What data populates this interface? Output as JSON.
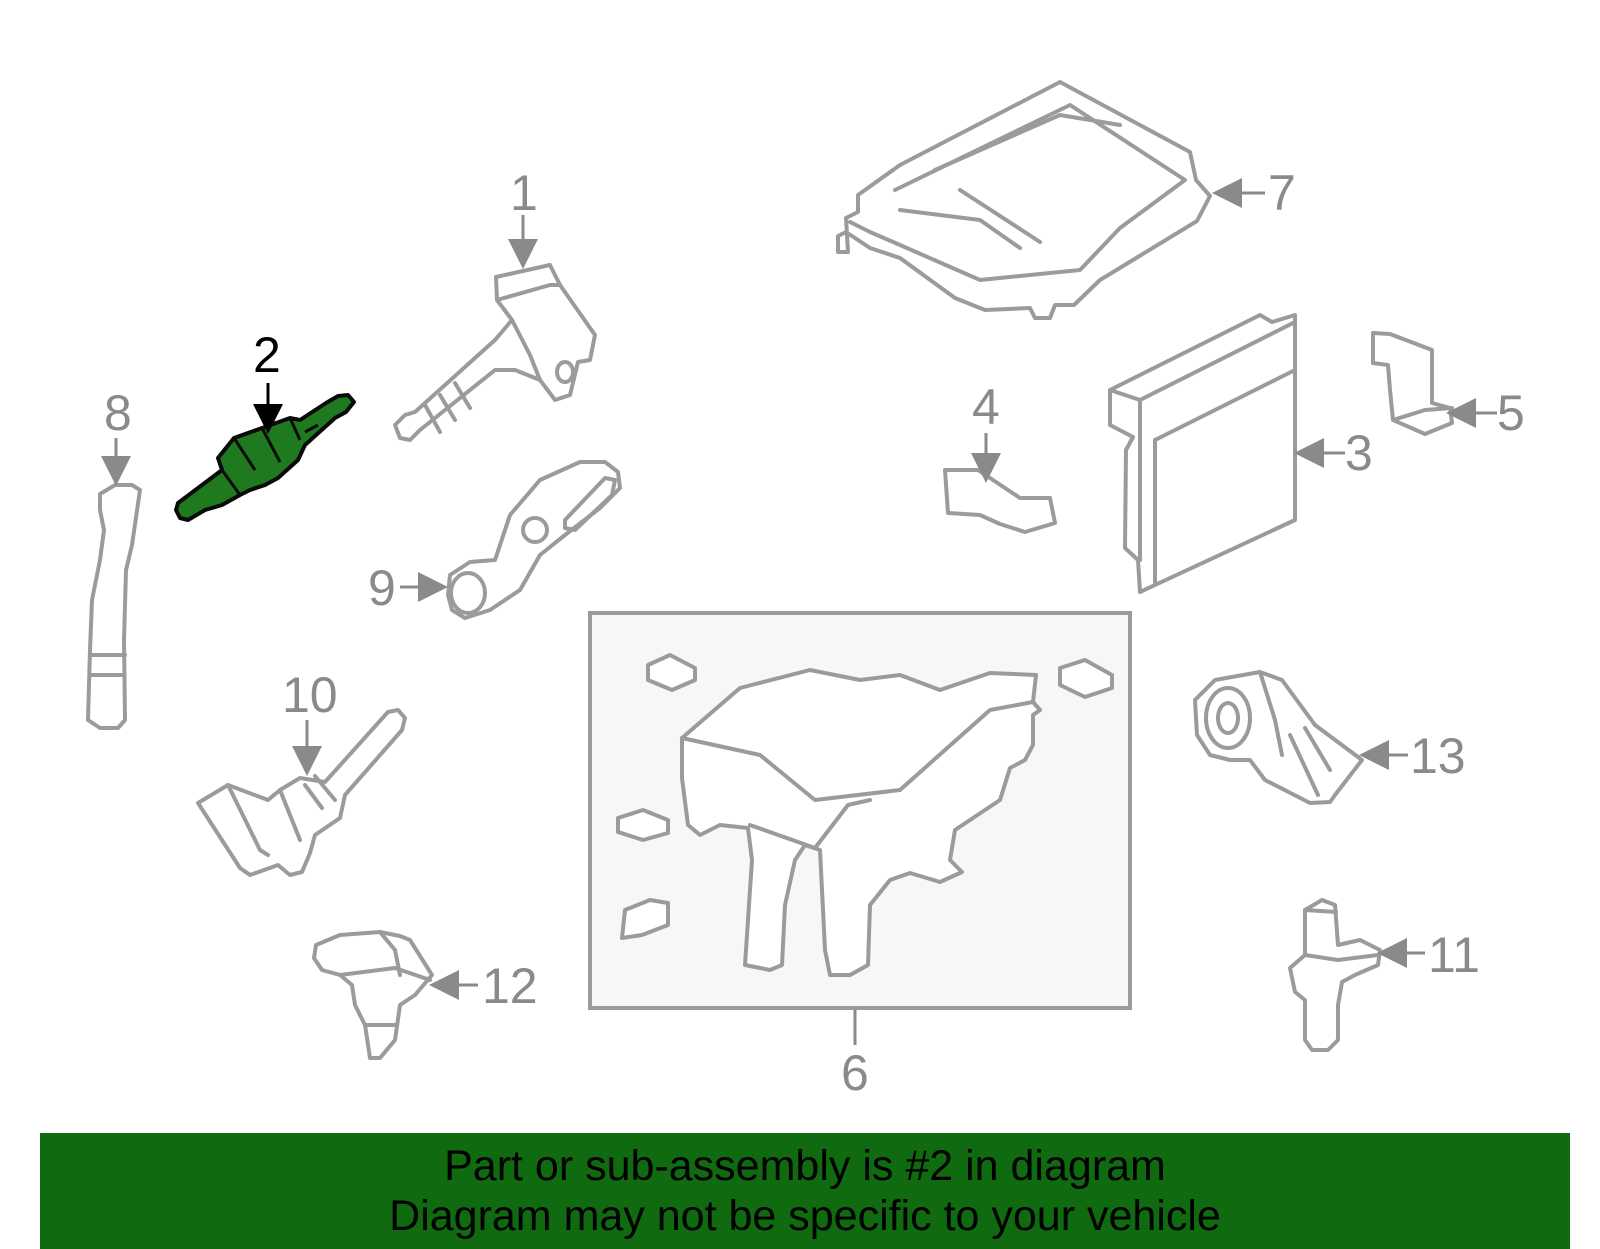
{
  "colors": {
    "banner_bg": "#106a10",
    "highlight": "#1f7a1f",
    "part_stroke": "#9b9b9b",
    "inset_bg": "#f7f7f7"
  },
  "diagram": {
    "highlighted_part": "2",
    "callouts": [
      "1",
      "2",
      "3",
      "4",
      "5",
      "6",
      "7",
      "8",
      "9",
      "10",
      "11",
      "12",
      "13"
    ]
  },
  "banner": {
    "line1": "Part or sub-assembly is #2 in diagram",
    "line2": "Diagram may not be specific to your vehicle"
  }
}
